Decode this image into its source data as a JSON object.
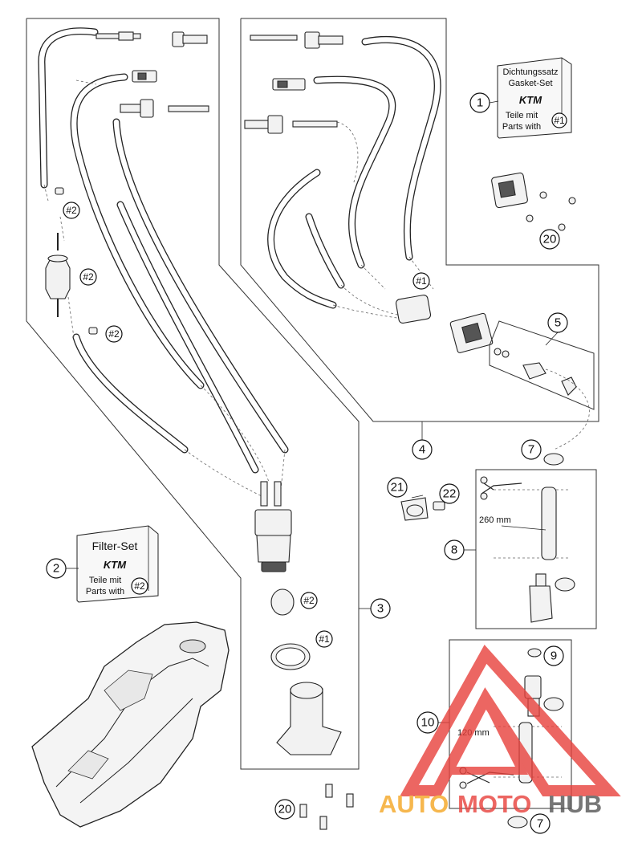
{
  "kits": {
    "gasket_set": {
      "line1": "Dichtungssatz",
      "line2": "Gasket-Set",
      "brand": "KTM",
      "line3": "Teile mit",
      "line4": "Parts with",
      "ref": "#1"
    },
    "filter_set": {
      "line1": "Filter-Set",
      "brand": "KTM",
      "line3": "Teile mit",
      "line4": "Parts with",
      "ref": "#2"
    }
  },
  "callouts": {
    "c1": "1",
    "c2": "2",
    "c3": "3",
    "c4": "4",
    "c5": "5",
    "c7a": "7",
    "c7b": "7",
    "c8": "8",
    "c9": "9",
    "c10": "10",
    "c20a": "20",
    "c20b": "20",
    "c21": "21",
    "c22": "22"
  },
  "refs": {
    "r1": "#2",
    "r2": "#2",
    "r3": "#2",
    "r4": "#1",
    "r5": "#2",
    "r6": "#1"
  },
  "dimensions": {
    "d1": "260 mm",
    "d2": "120 mm"
  },
  "watermark": {
    "part1": "AUTO",
    "part2": "MOTO",
    "part3": "HUB"
  },
  "colors": {
    "watermark_red": "#e8413c",
    "watermark_orange": "#f5a623",
    "watermark_gray": "#555555"
  }
}
